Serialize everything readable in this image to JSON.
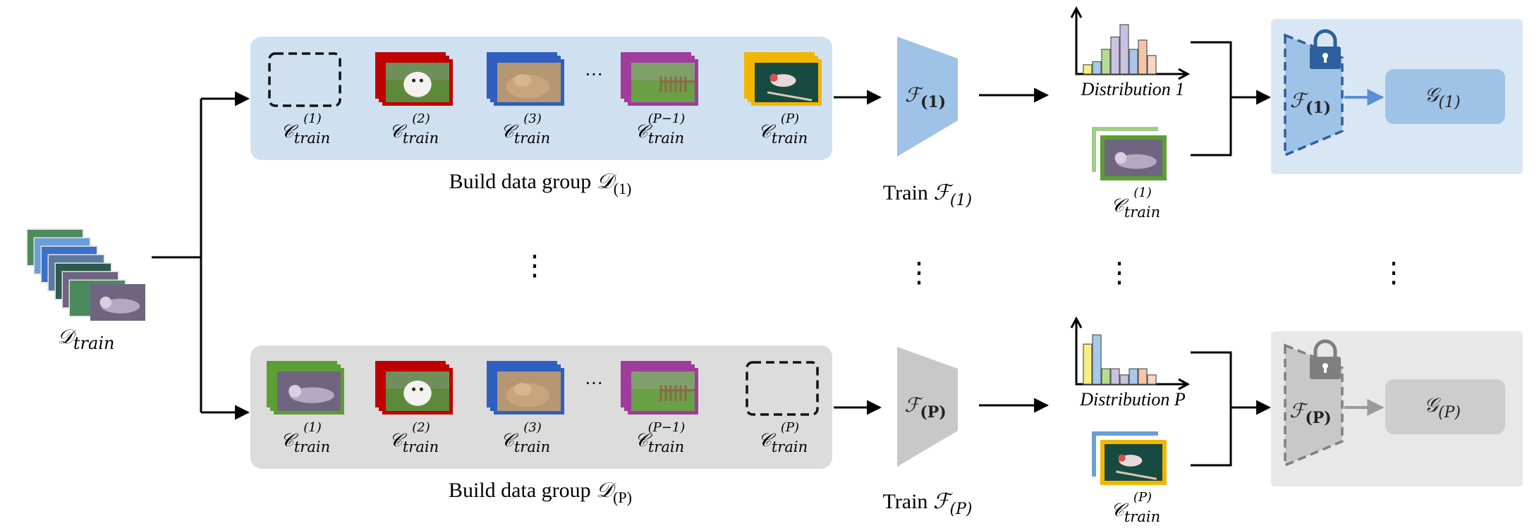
{
  "source": {
    "label": "𝒟",
    "sub": "train"
  },
  "groups": [
    {
      "caption_text": "Build data group ",
      "caption_sym": "𝒟",
      "caption_sub": "(1)",
      "cells": [
        {
          "type": "empty",
          "sup": "(1)"
        },
        {
          "type": "dog",
          "sup": "(2)"
        },
        {
          "type": "lion",
          "sup": "(3)"
        },
        {
          "type": "fence",
          "sup": "(P−1)"
        },
        {
          "type": "bird",
          "sup": "(P)"
        }
      ],
      "model_sym": "ℱ",
      "model_sub": "(1)",
      "train_text": "Train ",
      "train_sub": "(1)",
      "hist_values": [
        1.5,
        2.0,
        4.0,
        6.0,
        8.0,
        4.0,
        5.5,
        3.0
      ],
      "hist_label": "Distribution 1",
      "calib": {
        "type": "cat",
        "sub": "train",
        "sup": "(1)"
      },
      "final_model_sym": "ℱ",
      "final_model_sub": "(1)",
      "head_sym": "𝒢",
      "head_sub": "(1)"
    },
    {
      "caption_text": "Build data group ",
      "caption_sym": "𝒟",
      "caption_sub": "(P)",
      "cells": [
        {
          "type": "cat",
          "sup": "(1)"
        },
        {
          "type": "dog",
          "sup": "(2)"
        },
        {
          "type": "lion",
          "sup": "(3)"
        },
        {
          "type": "fence",
          "sup": "(P−1)"
        },
        {
          "type": "empty",
          "sup": "(P)"
        }
      ],
      "model_sym": "ℱ",
      "model_sub": "(P)",
      "train_text": "Train ",
      "train_sub": "(P)",
      "hist_values": [
        6.5,
        8.0,
        2.5,
        2.5,
        1.5,
        2.5,
        2.5,
        1.5
      ],
      "hist_label": "Distribution P",
      "calib": {
        "type": "bird",
        "sub": "train",
        "sup": "(P)"
      },
      "final_model_sym": "ℱ",
      "final_model_sub": "(P)",
      "head_sym": "𝒢",
      "head_sub": "(P)"
    }
  ],
  "cell_symbol": "𝒞",
  "cell_sub": "train",
  "ellipsis_inline": "···",
  "ellipsis_vertical": "⋮",
  "frame_colors": {
    "empty": "#111111",
    "dog": "#c00000",
    "lion": "#2f5fbf",
    "fence": "#a03c9c",
    "bird": "#f2b600",
    "cat": "#5c9e34"
  },
  "hist_colors": [
    "#f7f080",
    "#a6cbe8",
    "#b5dd91",
    "#c9c3e2",
    "#c9c3e2",
    "#aac7ea",
    "#f6c5a6",
    "#f4d7c5"
  ],
  "colors": {
    "group1_bg": "#cfe0f1",
    "groupP_bg": "#dcdcdc",
    "model1": "#9fc3e6",
    "modelP": "#c8c8c8",
    "final1_bg": "#d9e7f4",
    "finalP_bg": "#e8e8e8",
    "head1": "#9fc3e6",
    "headP": "#cdcdcd",
    "lock1": "#2e5f9e",
    "lockP": "#7f7f7f"
  }
}
